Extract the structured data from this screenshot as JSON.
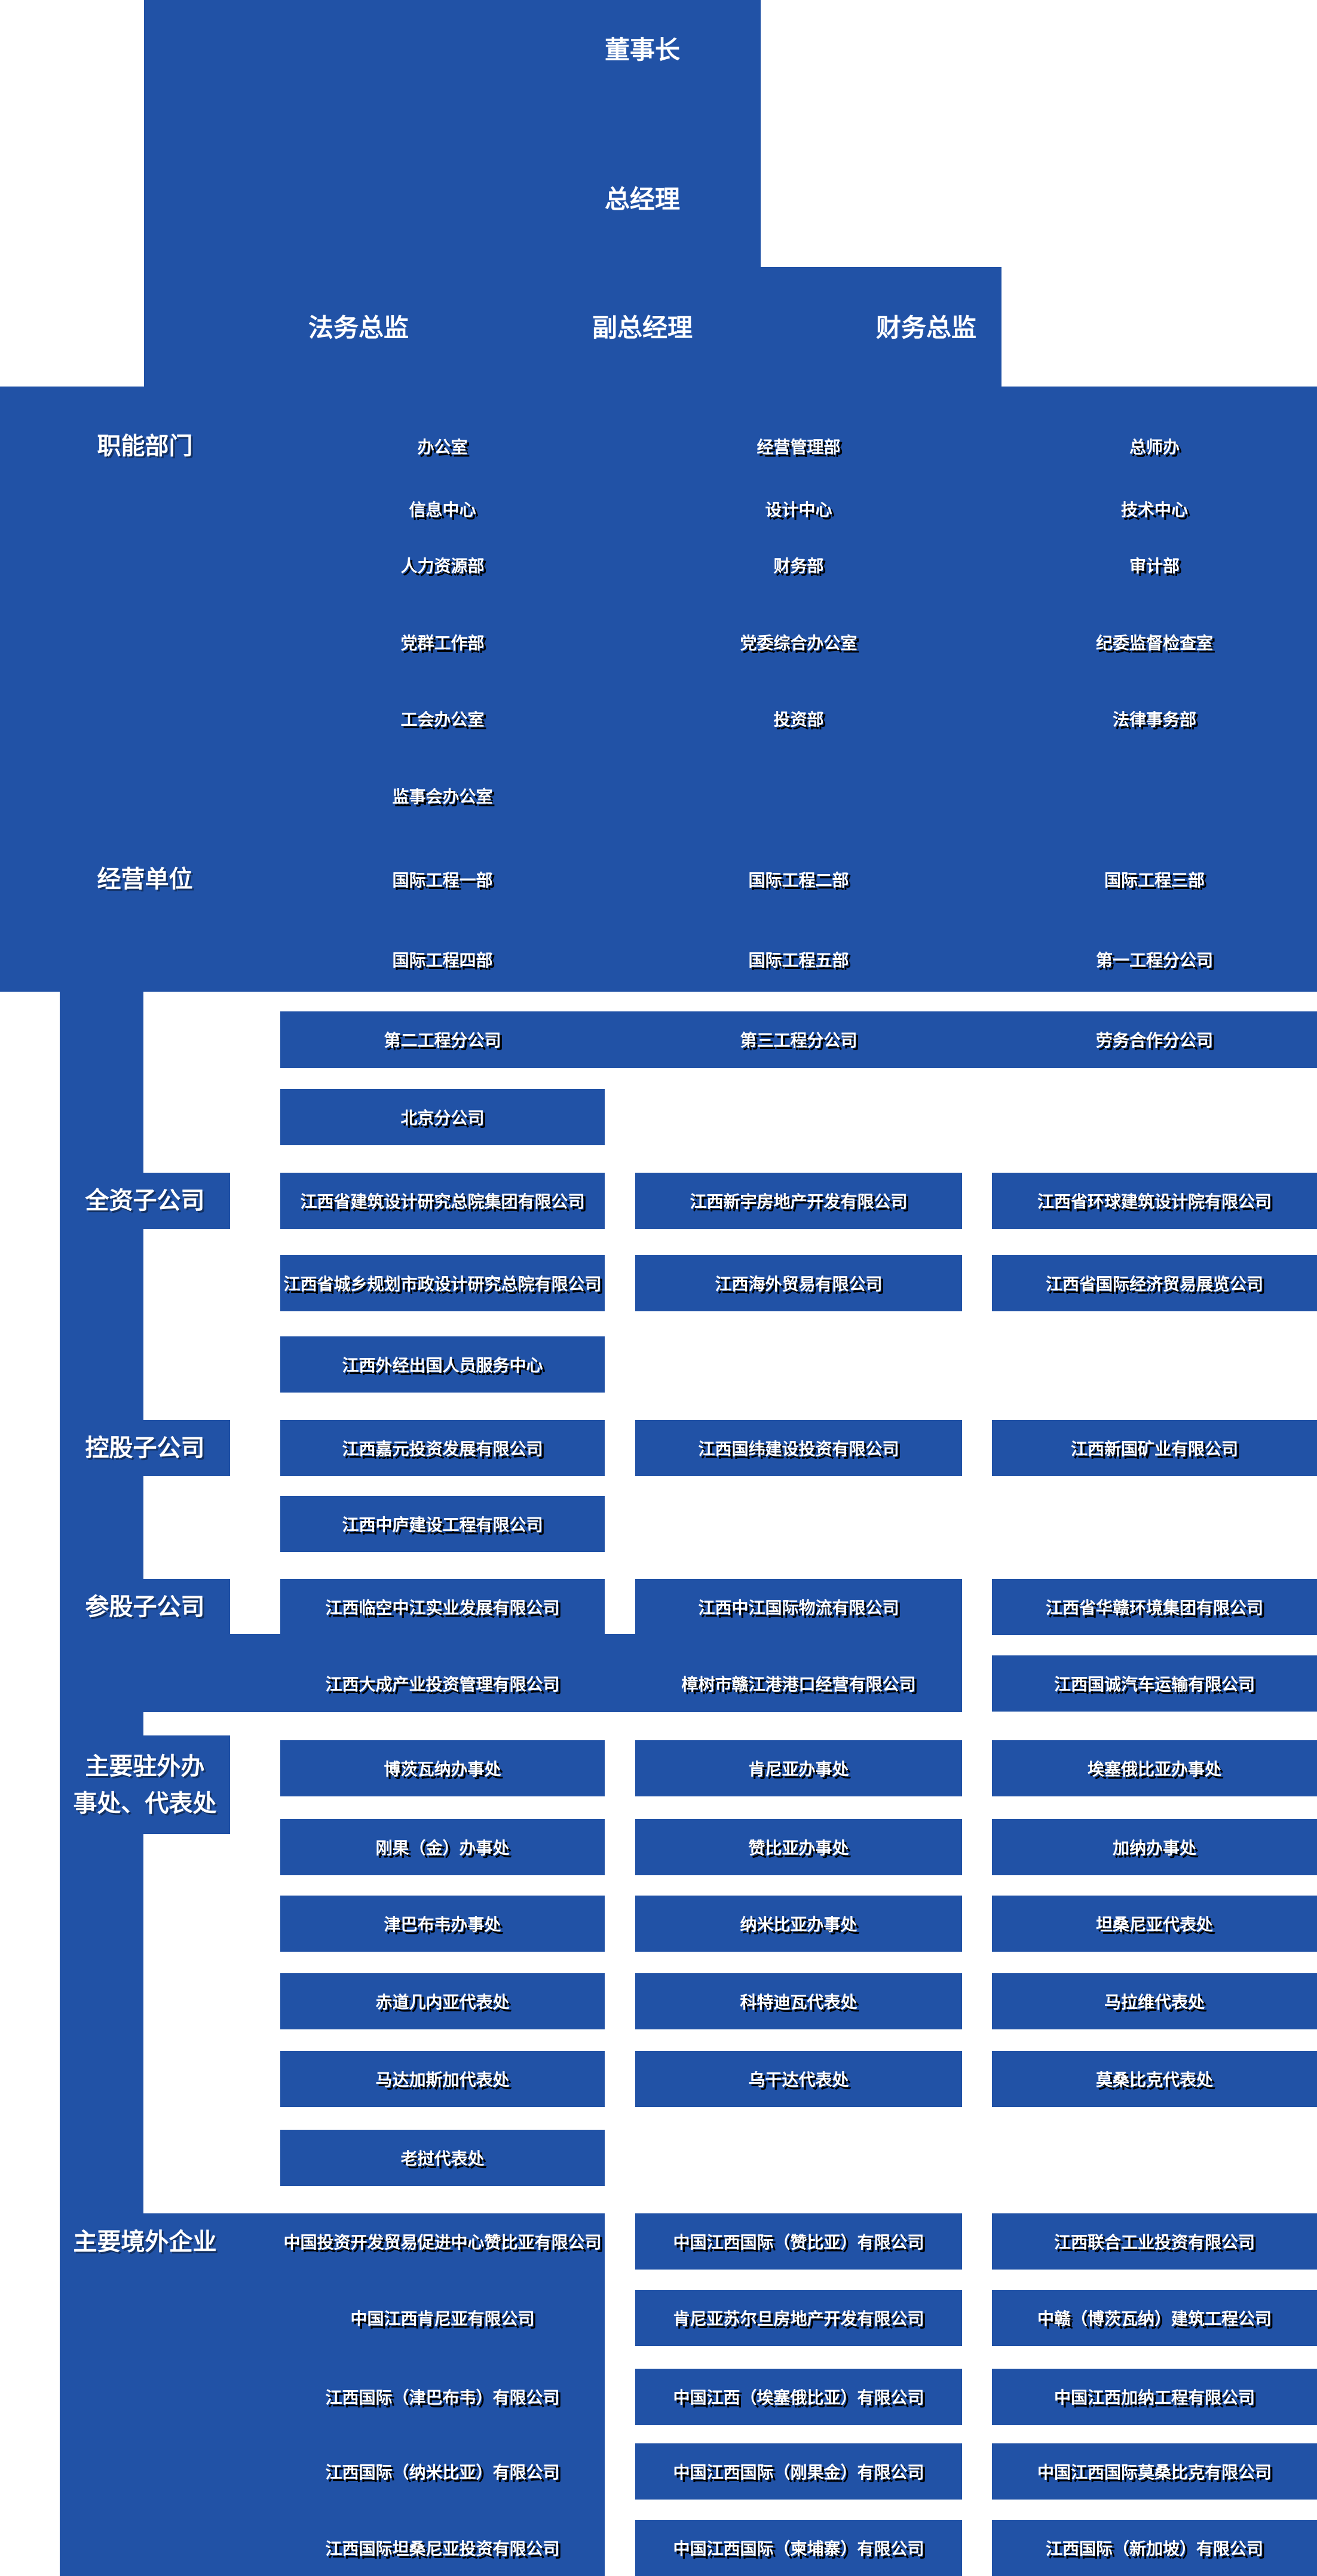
{
  "colors": {
    "accent_blue": "#2152A6",
    "background": "#FFFFFF",
    "node_text": "#FFFFFF",
    "node_text_shadow": "#000000"
  },
  "top": {
    "chairman": "董事长",
    "general_manager": "总经理",
    "legal_director": "法务总监",
    "deputy_general_manager": "副总经理",
    "finance_director": "财务总监"
  },
  "sections": {
    "functional": {
      "label": "职能部门",
      "rows": [
        [
          "办公室",
          "经营管理部",
          "总师办"
        ],
        [
          "信息中心",
          "设计中心",
          "技术中心"
        ],
        [
          "人力资源部",
          "财务部",
          "审计部"
        ],
        [
          "党群工作部",
          "党委综合办公室",
          "纪委监督检查室"
        ],
        [
          "工会办公室",
          "投资部",
          "法律事务部"
        ],
        [
          "监事会办公室",
          null,
          null
        ]
      ]
    },
    "business": {
      "label": "经营单位",
      "rows": [
        [
          "国际工程一部",
          "国际工程二部",
          "国际工程三部"
        ],
        [
          "国际工程四部",
          "国际工程五部",
          "第一工程分公司"
        ],
        [
          "第二工程分公司",
          "第三工程分公司",
          "劳务合作分公司"
        ],
        [
          "北京分公司",
          null,
          null
        ]
      ]
    },
    "wholly_owned": {
      "label": "全资子公司",
      "rows": [
        [
          "江西省建筑设计研究总院集团有限公司",
          "江西新宇房地产开发有限公司",
          "江西省环球建筑设计院有限公司"
        ],
        [
          "江西省城乡规划市政设计研究总院有限公司",
          "江西海外贸易有限公司",
          "江西省国际经济贸易展览公司"
        ],
        [
          "江西外经出国人员服务中心",
          null,
          null
        ]
      ]
    },
    "holding": {
      "label": "控股子公司",
      "rows": [
        [
          "江西嘉元投资发展有限公司",
          "江西国纬建设投资有限公司",
          "江西新国矿业有限公司"
        ],
        [
          "江西中庐建设工程有限公司",
          null,
          null
        ]
      ]
    },
    "minority": {
      "label": "参股子公司",
      "rows": [
        [
          "江西临空中江实业发展有限公司",
          "江西中江国际物流有限公司",
          "江西省华赣环境集团有限公司"
        ],
        [
          "江西大成产业投资管理有限公司",
          "樟树市赣江港港口经营有限公司",
          "江西国诚汽车运输有限公司"
        ]
      ]
    },
    "overseas_offices": {
      "label": "主要驻外办事处、代表处",
      "label_lines": [
        "主要驻外办",
        "事处、代表处"
      ],
      "rows": [
        [
          "博茨瓦纳办事处",
          "肯尼亚办事处",
          "埃塞俄比亚办事处"
        ],
        [
          "刚果（金）办事处",
          "赞比亚办事处",
          "加纳办事处"
        ],
        [
          "津巴布韦办事处",
          "纳米比亚办事处",
          "坦桑尼亚代表处"
        ],
        [
          "赤道几内亚代表处",
          "科特迪瓦代表处",
          "马拉维代表处"
        ],
        [
          "马达加斯加代表处",
          "乌干达代表处",
          "莫桑比克代表处"
        ],
        [
          "老挝代表处",
          null,
          null
        ]
      ]
    },
    "overseas_enterprises": {
      "label": "主要境外企业",
      "rows": [
        [
          "中国投资开发贸易促进中心赞比亚有限公司",
          "中国江西国际（赞比亚）有限公司",
          "江西联合工业投资有限公司"
        ],
        [
          "中国江西肯尼亚有限公司",
          "肯尼亚苏尔旦房地产开发有限公司",
          "中赣（博茨瓦纳）建筑工程公司"
        ],
        [
          "江西国际（津巴布韦）有限公司",
          "中国江西（埃塞俄比亚）有限公司",
          "中国江西加纳工程有限公司"
        ],
        [
          "江西国际（纳米比亚）有限公司",
          "中国江西国际（刚果金）有限公司",
          "中国江西国际莫桑比克有限公司"
        ],
        [
          "江西国际坦桑尼亚投资有限公司",
          "中国江西国际（柬埔寨）有限公司",
          "江西国际（新加坡）有限公司"
        ]
      ]
    }
  }
}
